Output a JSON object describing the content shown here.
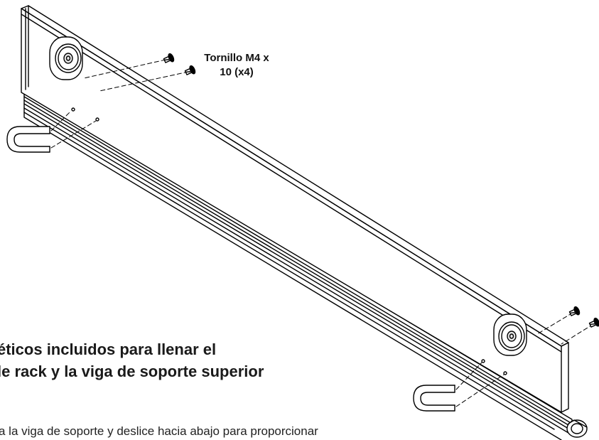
{
  "callout": {
    "line1": "Tornillo M4 x",
    "line2": "10 (x4)"
  },
  "heading": {
    "line1": "éticos incluidos para llenar el",
    "line2": "le rack y la viga de soporte superior"
  },
  "body": {
    "text": "a la viga de soporte y deslice hacia abajo para proporcionar"
  },
  "parts": {
    "screws": 4,
    "handles": 2,
    "magnets": 2
  },
  "colors": {
    "line": "#000000",
    "paper": "#ffffff",
    "metal": "#e6e6e6"
  }
}
